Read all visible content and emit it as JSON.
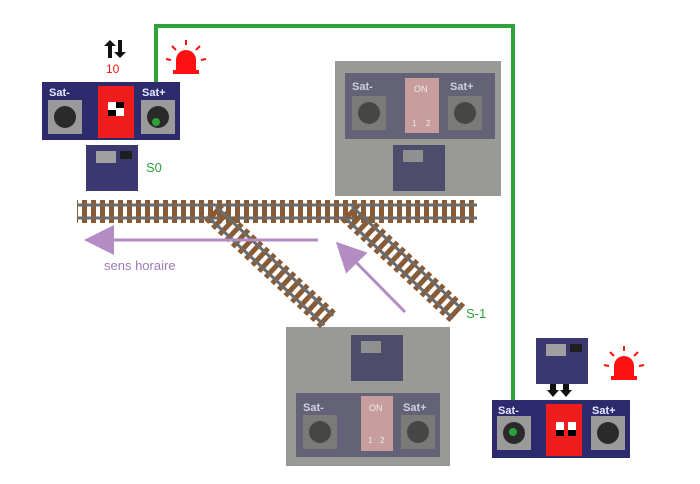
{
  "labels": {
    "s0": "S0",
    "s_minus_1": "S-1",
    "direction": "sens horaire",
    "counter": "10"
  },
  "boards": {
    "sat_minus": "Sat-",
    "sat_plus": "Sat+",
    "dip_on": "ON",
    "dip_1": "1",
    "dip_2": "2"
  },
  "colors": {
    "wire": "#2ea23a",
    "arrow": "#b48cc4",
    "label_green": "#2ea23a",
    "label_purple": "#a07ab4",
    "alarm": "#ff1010",
    "pcb": "#2d2a6e",
    "dip_red": "#ee1c1c",
    "ghost_panel": "#999995"
  },
  "icons": {
    "bidirectional": "up-down-arrows-icon",
    "alarm": "alarm-light-icon",
    "down": "double-down-arrow-icon"
  }
}
